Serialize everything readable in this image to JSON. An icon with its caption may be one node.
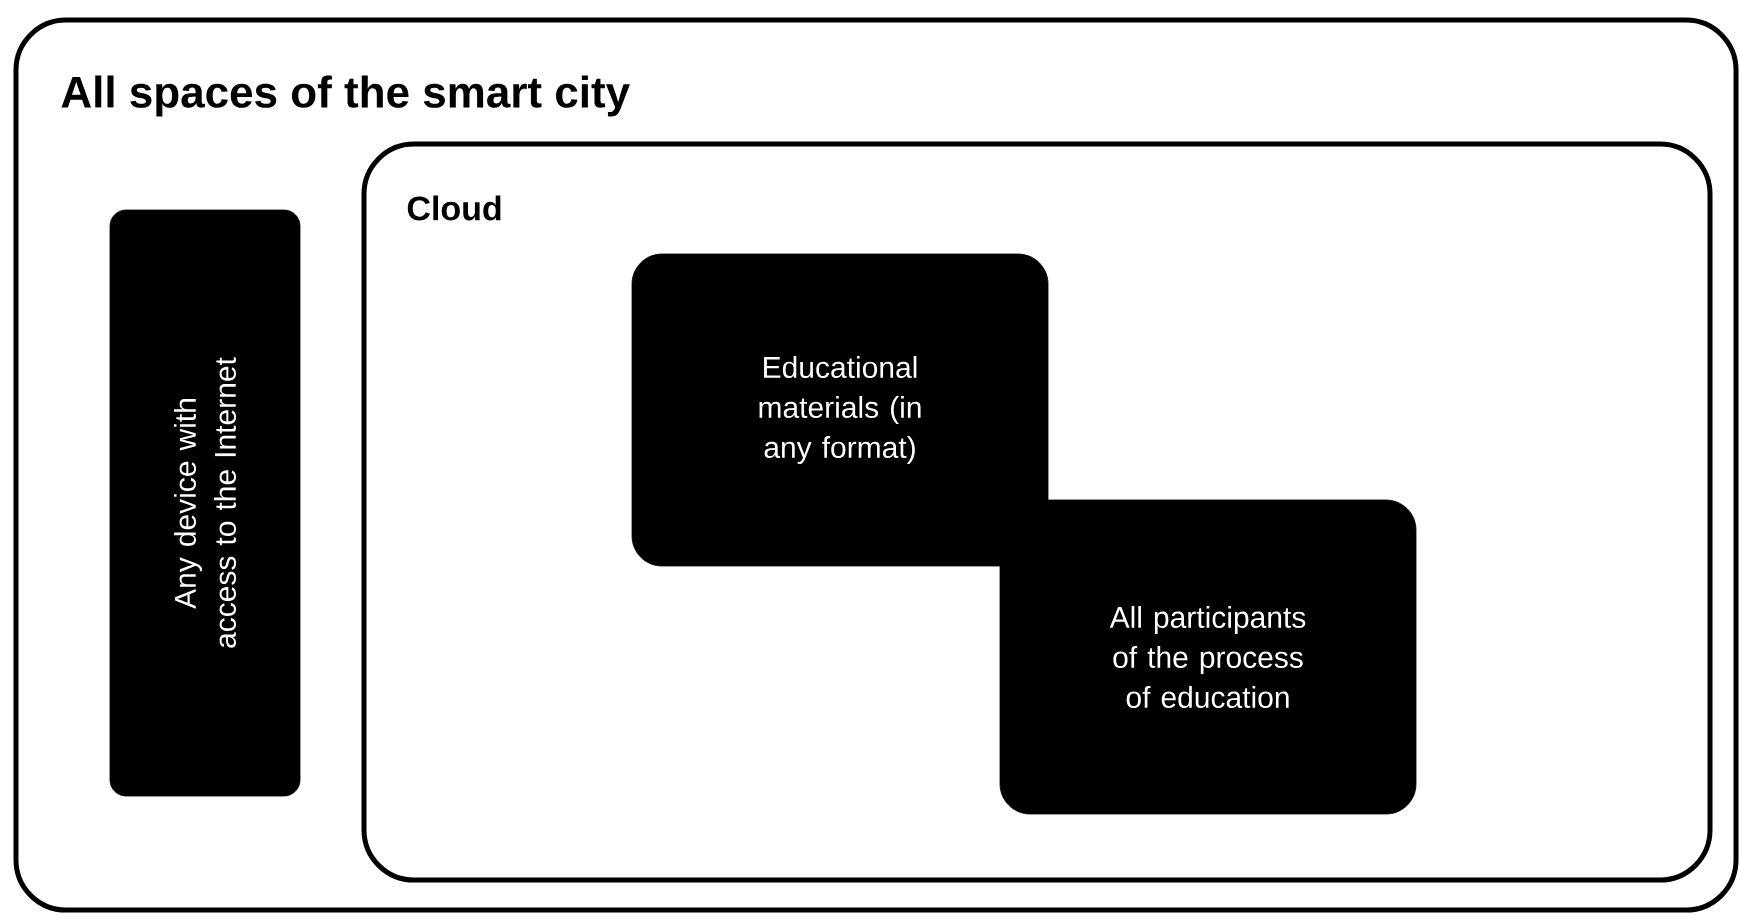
{
  "diagram": {
    "nodes": [
      {
        "text": [
          "All spaces of the smart city"
        ]
      },
      {
        "text": [
          "Any device with access to the Internet"
        ],
        "in": 0
      },
      {
        "text": [
          "Cloud"
        ],
        "in": 0
      },
      {
        "text": [
          "Educational materials (in any format)"
        ],
        "in": 2
      },
      {
        "text": [
          "All participants of the process of education"
        ],
        "in": 2
      }
    ]
  }
}
